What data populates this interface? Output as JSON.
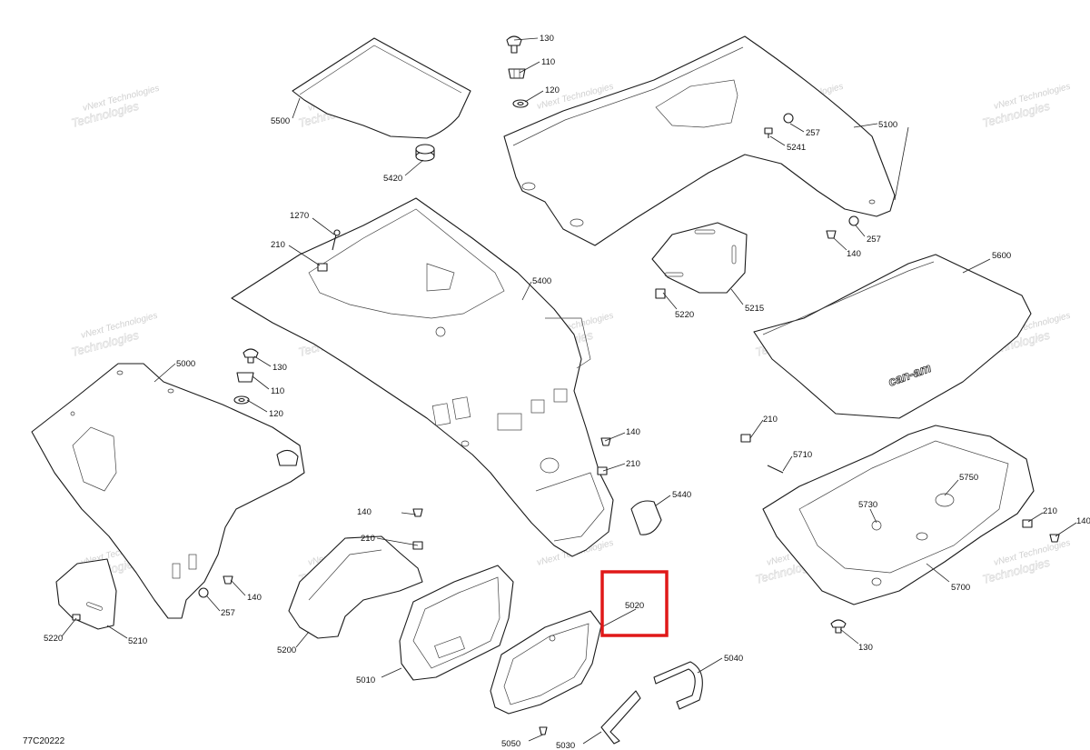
{
  "diagram": {
    "code": "77C20222",
    "watermark_line1": "vNext Technologies",
    "watermark_line2": "Technologies",
    "logo_text": "can-am",
    "highlight_color": "#e01818",
    "highlighted_callout": "5020",
    "callouts": {
      "c5500": "5500",
      "c5420": "5420",
      "c130a": "130",
      "c110a": "110",
      "c120a": "120",
      "c5100": "5100",
      "c257a": "257",
      "c5241": "5241",
      "c140a": "140",
      "c257b": "257",
      "c1270": "1270",
      "c210a": "210",
      "c5400": "5400",
      "c5220a": "5220",
      "c5215": "5215",
      "c5600": "5600",
      "c5000": "5000",
      "c130b": "130",
      "c110b": "110",
      "c120b": "120",
      "c140b": "140",
      "c210b": "210",
      "c5440": "5440",
      "c210c": "210",
      "c5710": "5710",
      "c5750": "5750",
      "c5730": "5730",
      "c210d": "210",
      "c140c": "140",
      "c5700": "5700",
      "c130c": "130",
      "c140d": "140",
      "c210e": "210",
      "c5200": "5200",
      "c5010": "5010",
      "c5020": "5020",
      "c5040": "5040",
      "c5050": "5050",
      "c5030": "5030",
      "c5220b": "5220",
      "c5210": "5210",
      "c140e": "140",
      "c257c": "257"
    }
  }
}
